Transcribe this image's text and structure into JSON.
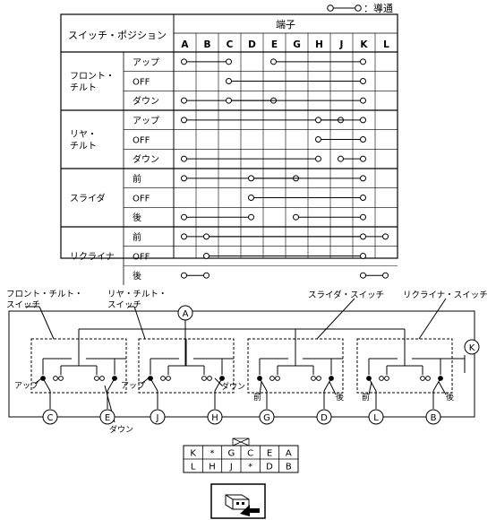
{
  "legend": {
    "label": "：導通"
  },
  "table": {
    "header_position": "スイッチ・ポジション",
    "header_terminal": "端子",
    "terminals": [
      "A",
      "B",
      "C",
      "D",
      "E",
      "G",
      "H",
      "J",
      "K",
      "L"
    ],
    "groups": [
      {
        "name": [
          "フロント・",
          "チルト"
        ],
        "rows": [
          {
            "pos": "アップ",
            "links": [
              [
                "A",
                "C"
              ],
              [
                "E",
                "K"
              ]
            ]
          },
          {
            "pos": "OFF",
            "links": [
              [
                "C",
                "K"
              ]
            ]
          },
          {
            "pos": "ダウン",
            "links": [
              [
                "A",
                "E"
              ],
              [
                "C",
                "K"
              ]
            ]
          }
        ]
      },
      {
        "name": [
          "リヤ・",
          "チルト"
        ],
        "rows": [
          {
            "pos": "アップ",
            "links": [
              [
                "A",
                "J"
              ],
              [
                "H",
                "K"
              ]
            ]
          },
          {
            "pos": "OFF",
            "links": [
              [
                "H",
                "K"
              ]
            ]
          },
          {
            "pos": "ダウン",
            "links": [
              [
                "A",
                "H"
              ],
              [
                "J",
                "K"
              ]
            ]
          }
        ]
      },
      {
        "name": [
          "スライダ"
        ],
        "rows": [
          {
            "pos": "前",
            "links": [
              [
                "A",
                "G"
              ],
              [
                "D",
                "K"
              ]
            ]
          },
          {
            "pos": "OFF",
            "links": [
              [
                "D",
                "K"
              ]
            ]
          },
          {
            "pos": "後",
            "links": [
              [
                "A",
                "D"
              ],
              [
                "G",
                "K"
              ]
            ]
          }
        ]
      },
      {
        "name": [
          "リクライナ"
        ],
        "rows": [
          {
            "pos": "前",
            "links": [
              [
                "A",
                "L"
              ],
              [
                "B",
                "K"
              ]
            ]
          },
          {
            "pos": "OFF",
            "links": [
              [
                "B",
                "K"
              ]
            ]
          },
          {
            "pos": "後",
            "links": [
              [
                "A",
                "B"
              ],
              [
                "K",
                "L"
              ]
            ]
          }
        ]
      }
    ]
  },
  "circuit": {
    "switch_labels": {
      "front_tilt": [
        "フロント・チルト・",
        "スイッチ"
      ],
      "rear_tilt": [
        "リヤ・チルト・",
        "スイッチ"
      ],
      "slider": "スライダ・スイッチ",
      "recliner": "リクライナ・スイッチ"
    },
    "top_terminal": "A",
    "right_terminal": "K",
    "bottom_terminals": [
      "C",
      "E",
      "J",
      "H",
      "G",
      "D",
      "L",
      "B"
    ],
    "labels": {
      "up1": "アップ",
      "down1": "ダウン",
      "up2": "アップ",
      "down2": "ダウン",
      "front1": "前",
      "rear1": "後",
      "front2": "前",
      "rear2": "後"
    }
  },
  "connector": {
    "row1": [
      "K",
      "*",
      "G",
      "C",
      "E",
      "A"
    ],
    "row2": [
      "L",
      "H",
      "J",
      "*",
      "D",
      "B"
    ]
  }
}
